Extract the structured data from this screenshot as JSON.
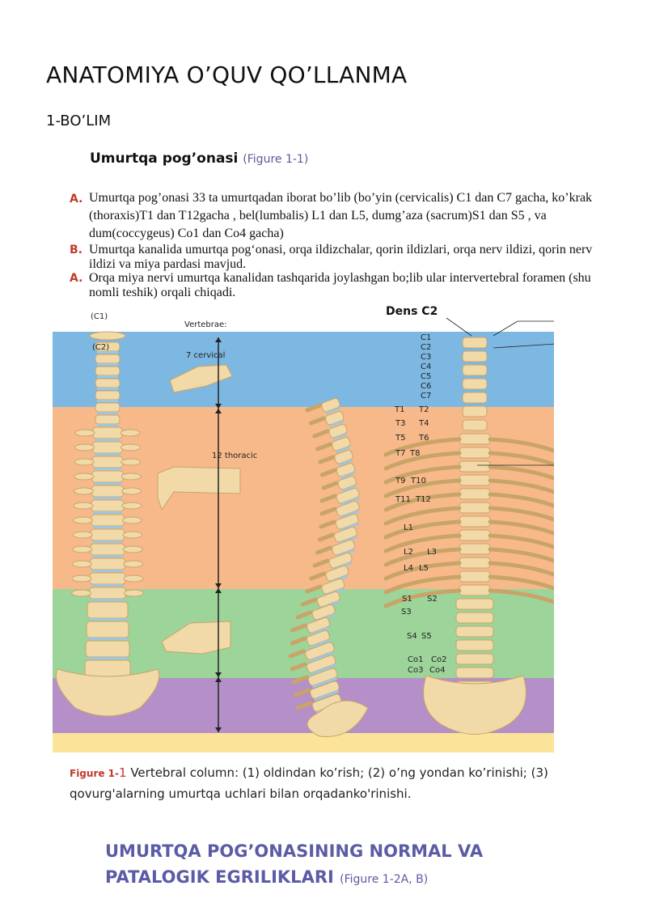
{
  "title": "ANATOMIYA O’QUV QO’LLANMA",
  "section": "1-BO’LIM",
  "subheading": {
    "text": "Umurtqa pog’onasi",
    "ref": "(Figure 1-1)"
  },
  "list": [
    {
      "marker": "A.",
      "text": "Umurtqa pog’onasi 33 ta umurtqadan iborat bo’lib (bo’yin (cervicalis) C1 dan C7 gacha, ko’krak (thoraxis)T1 dan T12gacha , bel(lumbalis) L1 dan L5, dumg’aza (sacrum)S1 dan S5 , va  dum(coccygeus)  Co1 dan Co4 gacha)"
    },
    {
      "marker": "B.",
      "text": "Umurtqa kanalida umurtqa pog‘onasi, orqa ildizchalar, qorin ildizlari, orqa nerv ildizi, qorin nerv ildizi va miya pardasi mavjud."
    },
    {
      "marker": "A.",
      "text": "Orqa miya nervi umurtqa kanalidan tashqarida joylashgan bo;lib ular intervertebral foramen  (shu nomli teshik) orqali  chiqadi."
    }
  ],
  "figure": {
    "dens_label": "Dens  C2",
    "c1_label": "(C1)",
    "c2_label": "(C2)",
    "vertebrae_label": "Vertebrae:",
    "cervical_label": "7 cervical",
    "thoracic_label": "12 thoracic",
    "vertebra_labels": [
      "C1",
      "C2",
      "C3",
      "C4",
      "C5",
      "C6",
      "C7",
      "T1",
      "T2",
      "T3",
      "T4",
      "T5",
      "T6",
      "T7",
      "T8",
      "T9",
      "T10",
      "T11",
      "T12",
      "L1",
      "L2",
      "L3",
      "L4",
      "L5",
      "S1",
      "S2",
      "S3",
      "S4",
      "S5",
      "Co1",
      "Co2",
      "Co3",
      "Co4"
    ],
    "colors": {
      "cervical": "#7db8e3",
      "thoracic": "#f7b98a",
      "lumbar": "#9dd49a",
      "sacral": "#b58fc8",
      "coccygeal": "#fbe49a",
      "bone": "#f1d9a8",
      "bone_dark": "#c9a468",
      "disc": "#9fc6df"
    }
  },
  "caption": {
    "prefix": "Figure 1-",
    "num": "1",
    "text": " Vertebral column: (1) oldindan ko’rish; (2) o’ng yondan ko’rinishi; (3) qovurg'alarning umurtqa uchlari bilan orqadanko'rinishi."
  },
  "heading2": {
    "text": "UMURTQA POG’ONASINING NORMAL VA PATALOGIK EGRILIKLARI",
    "ref": "(Figure 1-2A, B)"
  }
}
